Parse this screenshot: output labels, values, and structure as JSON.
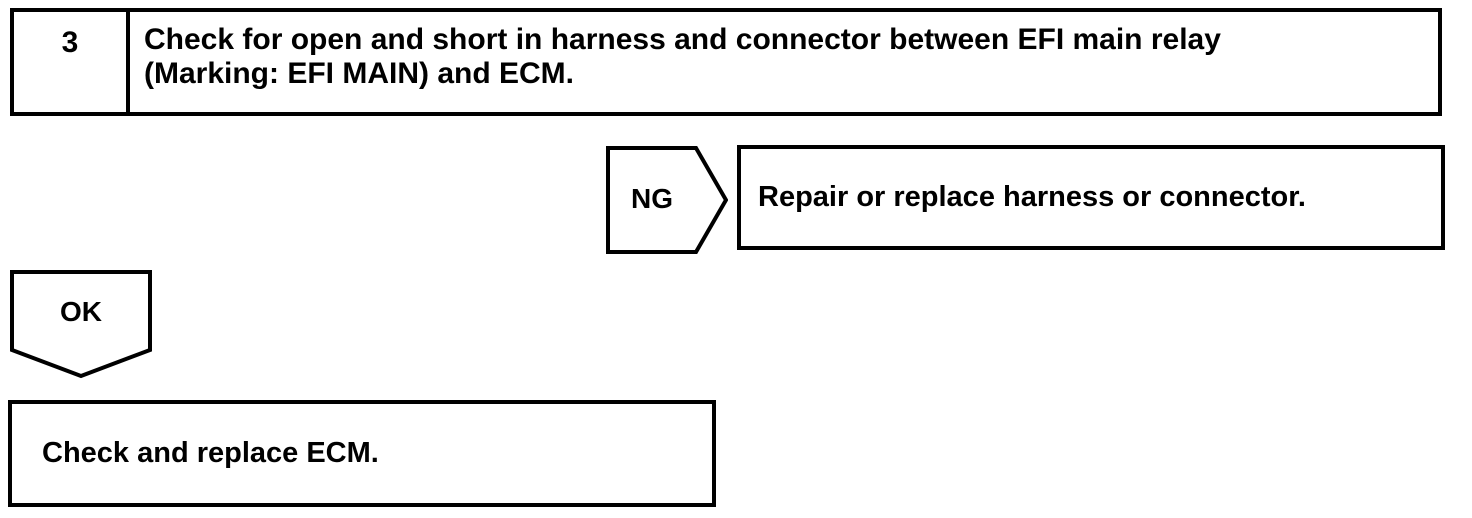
{
  "page": {
    "background_color": "#ffffff",
    "line_color": "#000000"
  },
  "flowchart": {
    "step": {
      "number": "3",
      "instruction": "Check for open and short in harness and connector between EFI main relay\n(Marking: EFI MAIN) and ECM."
    },
    "ng_branch": {
      "label": "NG",
      "action": "Repair or replace harness or connector."
    },
    "ok_branch": {
      "label": "OK",
      "action": "Check and replace ECM."
    }
  }
}
